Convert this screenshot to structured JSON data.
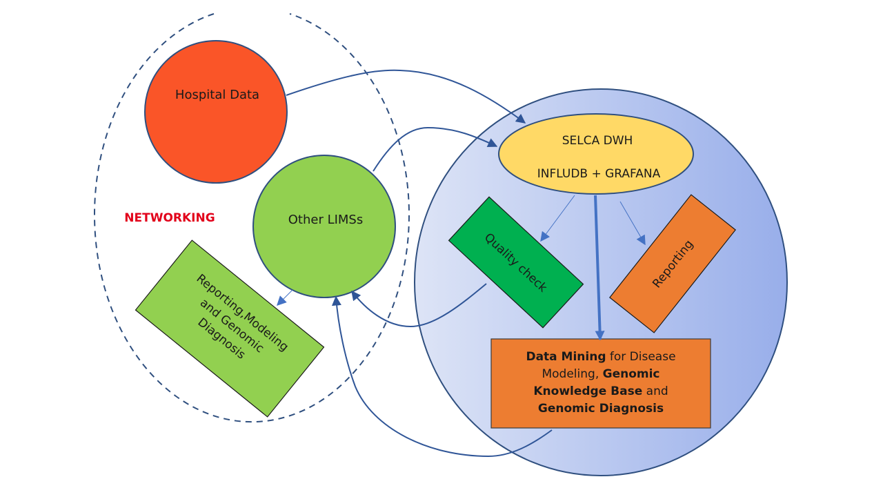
{
  "colors": {
    "hospital_fill": "#FA5528",
    "limss_fill": "#92D050",
    "selca_fill": "#FFD966",
    "quality_fill": "#00B050",
    "reporting_fill": "#ED7D31",
    "datamining_fill": "#ED7D31",
    "left_report_fill": "#92D050",
    "outline": "#2F4F7F",
    "arrow": "#2F5597",
    "thin_arrow": "#4472C4",
    "networking_text": "#E2001A",
    "big_circle_grad_start": "#DCE3F6",
    "big_circle_grad_end": "#9AB0EA"
  },
  "nodes": {
    "hospital": {
      "label": "Hospital Data"
    },
    "other_limss": {
      "label": "Other LIMSs"
    },
    "selca": {
      "line1": "SELCA DWH",
      "line2": "INFLUDB + GRAFANA"
    },
    "quality_check": {
      "label": "Quality check"
    },
    "reporting": {
      "label": "Reporting"
    },
    "left_report": {
      "line1": "Reporting,Modeling",
      "line2": "and Genomic",
      "line3": "Diagnosis"
    },
    "data_mining": {
      "line1_bold": "Data Mining",
      "line1_rest": " for Disease",
      "line2_rest": "Modeling, ",
      "line2_bold": "Genomic",
      "line3_bold": "Knowledge Base",
      "line3_rest": " and",
      "line4_bold": "Genomic Diagnosis"
    }
  },
  "regions": {
    "networking": {
      "label": "NETWORKING"
    }
  },
  "edges": [
    {
      "from": "Hospital Data",
      "to": "SELCA DWH"
    },
    {
      "from": "Other LIMSs",
      "to": "SELCA DWH"
    },
    {
      "from": "SELCA DWH",
      "to": "Quality check"
    },
    {
      "from": "SELCA DWH",
      "to": "Reporting"
    },
    {
      "from": "SELCA DWH",
      "to": "Data Mining"
    },
    {
      "from": "Quality check",
      "to": "Other LIMSs"
    },
    {
      "from": "Data Mining",
      "to": "Other LIMSs"
    },
    {
      "from": "Other LIMSs",
      "to": "Reporting,Modeling and Genomic Diagnosis"
    }
  ]
}
